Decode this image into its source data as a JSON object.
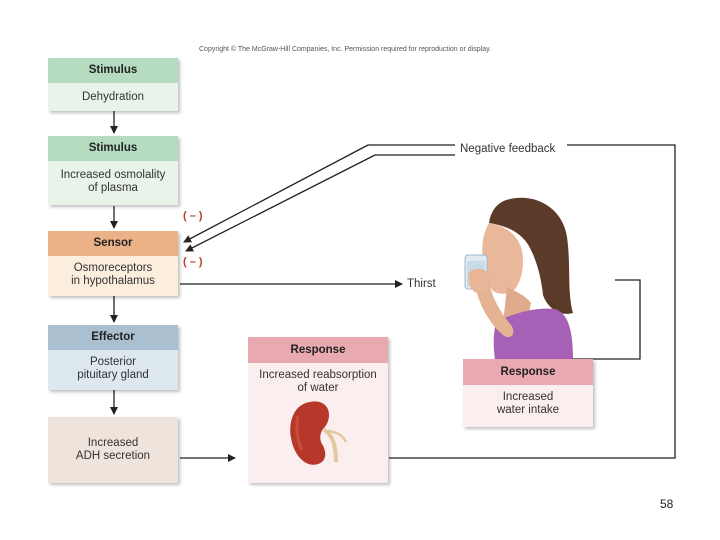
{
  "copyright": "Copyright © The McGraw-Hill Companies, Inc. Permission required for reproduction or display.",
  "stimulus1": {
    "header": "Stimulus",
    "body": "Dehydration"
  },
  "stimulus2": {
    "header": "Stimulus",
    "body_line1": "Increased osmolality",
    "body_line2": "of plasma"
  },
  "sensor": {
    "header": "Sensor",
    "body_line1": "Osmoreceptors",
    "body_line2": "in hypothalamus"
  },
  "effector": {
    "header": "Effector",
    "body_line1": "Posterior",
    "body_line2": "pituitary gland"
  },
  "adh": {
    "body_line1": "Increased",
    "body_line2": "ADH secretion"
  },
  "response1": {
    "header": "Response",
    "body_line1": "Increased reabsorption",
    "body_line2": "of water"
  },
  "response2": {
    "header": "Response",
    "body_line1": "Increased",
    "body_line2": "water intake"
  },
  "negative_feedback_label": "Negative feedback",
  "thirst_label": "Thirst",
  "inhibit_label": "( – )",
  "page_number": "58",
  "colors": {
    "stimulus": "#b5dcc0",
    "sensor": "#ebb288",
    "effector": "#aabfd0",
    "response": "#e8aab0",
    "inhibit": "#c0392b"
  },
  "illustrations": [
    "kidney-icon",
    "woman-drinking-water-illustration"
  ]
}
